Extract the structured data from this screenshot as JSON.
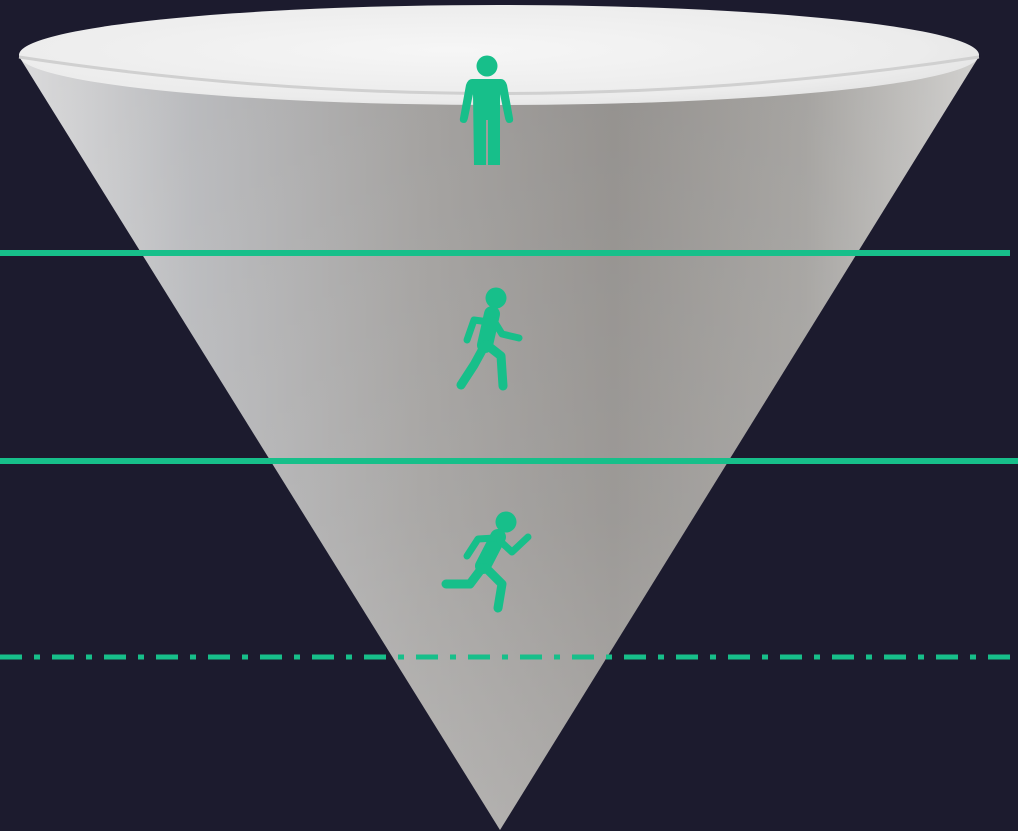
{
  "colors": {
    "background": "#1c1b2e",
    "accent": "#17bf8a",
    "cone_light": "#ededed",
    "cone_mid": "#9c9a97",
    "cone_dark": "#8a8784"
  },
  "stages": [
    {
      "icon": "standing-person-icon"
    },
    {
      "icon": "walking-person-icon"
    },
    {
      "icon": "running-person-icon"
    }
  ],
  "dividers": [
    {
      "style": "solid"
    },
    {
      "style": "solid"
    },
    {
      "style": "dash-dot"
    }
  ]
}
